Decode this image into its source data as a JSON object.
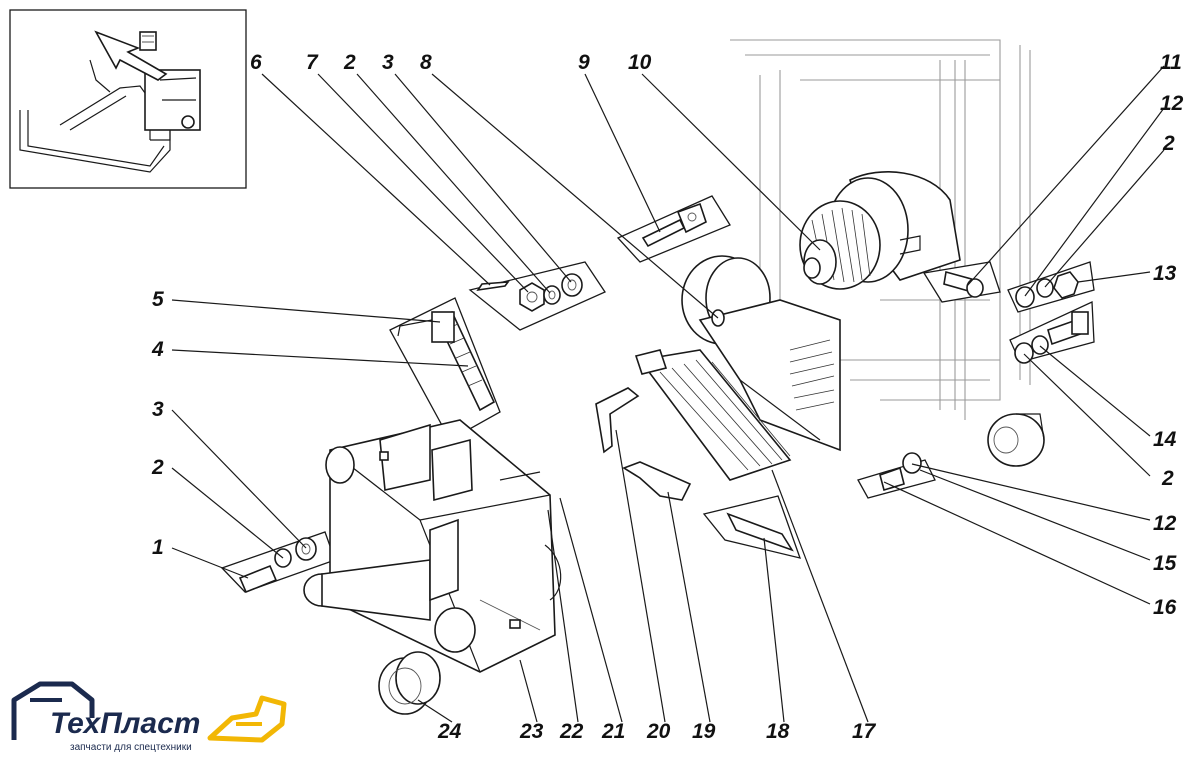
{
  "diagram": {
    "callouts": [
      "1",
      "2",
      "3",
      "4",
      "5",
      "6",
      "7",
      "2",
      "3",
      "8",
      "9",
      "10",
      "11",
      "12",
      "2",
      "13",
      "14",
      "2",
      "12",
      "15",
      "16",
      "17",
      "18",
      "19",
      "20",
      "21",
      "22",
      "23",
      "24"
    ]
  },
  "logo": {
    "brand": "ТехПласт",
    "tagline": "запчасти для спецтехники",
    "colors": {
      "primary": "#1b2a4e",
      "accent": "#f2b705"
    }
  }
}
